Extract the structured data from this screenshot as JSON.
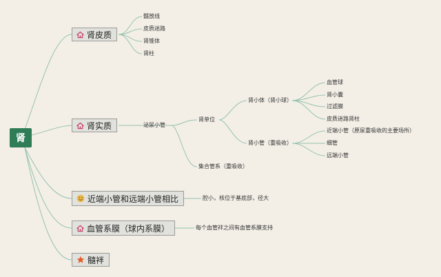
{
  "root": "肾",
  "cortex": {
    "label": "肾皮质",
    "icon": "house-icon",
    "children": [
      "髓放线",
      "皮质迷路",
      "肾锥体",
      "肾柱"
    ]
  },
  "medulla": {
    "label": "肾实质",
    "icon": "house-icon",
    "tubule": "泌尿小管",
    "nephron": "肾单位",
    "corpuscle": {
      "label": "肾小体（肾小球）",
      "children": [
        "血管球",
        "肾小囊",
        "过滤膜",
        "皮质迷路肾柱"
      ]
    },
    "tubule_sub": {
      "label": "肾小管（重吸收）",
      "children": [
        "近端小管（原尿重吸收的主要场所）",
        "细管",
        "远端小管"
      ]
    },
    "collecting": "集合管系（重吸收）"
  },
  "compare": {
    "label": "近端小管和远端小管相比",
    "icon": "smiley-icon",
    "note": "腔小，核位于基底部，径大"
  },
  "vascular": {
    "label": "血管系膜（球内系膜）",
    "icon": "house-icon",
    "note": "每个血管袢之间有血管系膜支持"
  },
  "loop": {
    "label": "髓袢",
    "icon": "star-icon"
  },
  "colors": {
    "root_bg": "#2f7d57",
    "line": "#96c2ad",
    "icon_house": "#c9476d",
    "icon_smiley": "#e8b84a",
    "icon_star": "#e35d2a"
  }
}
